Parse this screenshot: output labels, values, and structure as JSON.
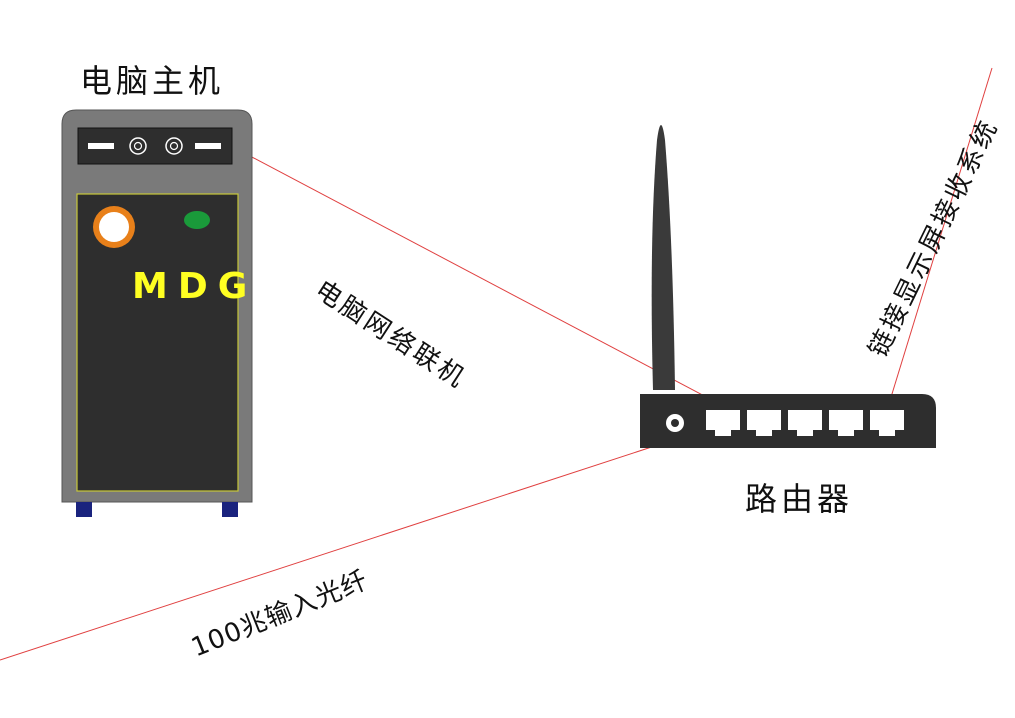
{
  "pc": {
    "title": "电脑主机",
    "brand": "MDG",
    "colors": {
      "case": "#7a7a7a",
      "front_panel": "#2e2e2e",
      "panel_border": "#c8c83a",
      "power_button_ring": "#e8801a",
      "led": "#1a9a3a",
      "brand_text": "#ffff22",
      "feet": "#1a237e"
    }
  },
  "router": {
    "title": "路由器",
    "ports": 5,
    "colors": {
      "body": "#2e2e2e",
      "antenna": "#3a3a3a",
      "port": "#ffffff"
    }
  },
  "connections": {
    "pc_link_label": "电脑网络联机",
    "display_link_label": "链接显示屏接收系统",
    "fiber_label": "100兆输入光纤",
    "line_color": "#e04040"
  }
}
